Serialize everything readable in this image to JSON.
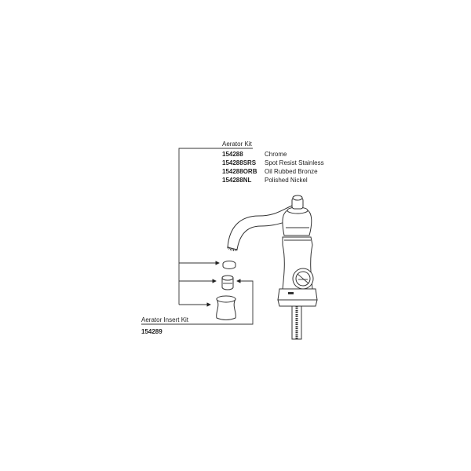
{
  "aerator_kit": {
    "title": "Aerator Kit",
    "items": [
      {
        "part": "154288",
        "finish": "Chrome"
      },
      {
        "part": "154288SRS",
        "finish": "Spot Resist Stainless"
      },
      {
        "part": "154288ORB",
        "finish": "Oil Rubbed Bronze"
      },
      {
        "part": "154288NL",
        "finish": "Polished Nickel"
      }
    ]
  },
  "aerator_insert_kit": {
    "title": "Aerator Insert Kit",
    "part": "154289"
  }
}
